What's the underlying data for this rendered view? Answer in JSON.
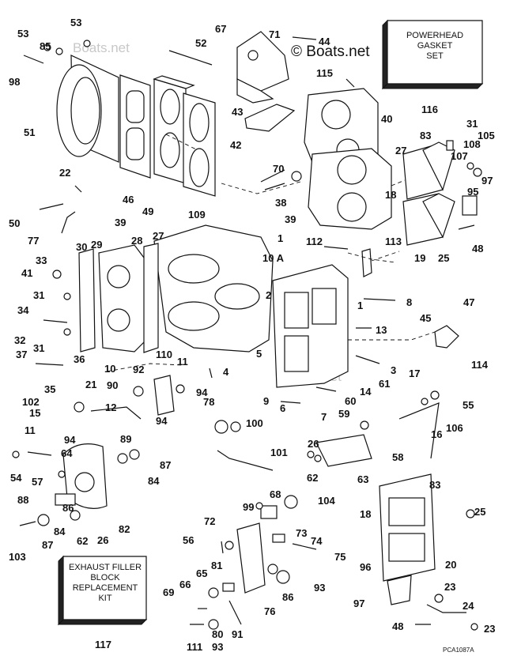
{
  "watermark": "© Boats.net",
  "watermark_faint": "Boats.net",
  "drawing_code": "PCA1087A",
  "boxes": {
    "powerhead_gasket_set": [
      "POWERHEAD",
      "GASKET",
      "SET"
    ],
    "exhaust_filler_kit": [
      "EXHAUST FILLER",
      "BLOCK",
      "REPLACEMENT",
      "KIT"
    ]
  },
  "labels": [
    {
      "id": "c53a",
      "t": "53"
    },
    {
      "id": "c53b",
      "t": "53"
    },
    {
      "id": "c85",
      "t": "85"
    },
    {
      "id": "c98",
      "t": "98"
    },
    {
      "id": "c52",
      "t": "52"
    },
    {
      "id": "c51",
      "t": "51"
    },
    {
      "id": "c67",
      "t": "67"
    },
    {
      "id": "c71",
      "t": "71"
    },
    {
      "id": "c44",
      "t": "44"
    },
    {
      "id": "c115",
      "t": "115"
    },
    {
      "id": "c116",
      "t": "116"
    },
    {
      "id": "c43",
      "t": "43"
    },
    {
      "id": "c42",
      "t": "42"
    },
    {
      "id": "c40",
      "t": "40"
    },
    {
      "id": "c31a",
      "t": "31"
    },
    {
      "id": "c83a",
      "t": "83"
    },
    {
      "id": "c105",
      "t": "105"
    },
    {
      "id": "c108",
      "t": "108"
    },
    {
      "id": "c107",
      "t": "107"
    },
    {
      "id": "c27a",
      "t": "27"
    },
    {
      "id": "c70",
      "t": "70"
    },
    {
      "id": "c22",
      "t": "22"
    },
    {
      "id": "c46",
      "t": "46"
    },
    {
      "id": "c49",
      "t": "49"
    },
    {
      "id": "c109",
      "t": "109"
    },
    {
      "id": "c50",
      "t": "50"
    },
    {
      "id": "c39a",
      "t": "39"
    },
    {
      "id": "c77",
      "t": "77"
    },
    {
      "id": "c38",
      "t": "38"
    },
    {
      "id": "c39b",
      "t": "39"
    },
    {
      "id": "c18a",
      "t": "18"
    },
    {
      "id": "c97",
      "t": "97"
    },
    {
      "id": "c95",
      "t": "95"
    },
    {
      "id": "c48a",
      "t": "48"
    },
    {
      "id": "c19",
      "t": "19"
    },
    {
      "id": "c25a",
      "t": "25"
    },
    {
      "id": "c30",
      "t": "30"
    },
    {
      "id": "c29",
      "t": "29"
    },
    {
      "id": "c28",
      "t": "28"
    },
    {
      "id": "c27b",
      "t": "27"
    },
    {
      "id": "c1a",
      "t": "1"
    },
    {
      "id": "c112",
      "t": "112"
    },
    {
      "id": "c113",
      "t": "113"
    },
    {
      "id": "c33",
      "t": "33"
    },
    {
      "id": "c41",
      "t": "41"
    },
    {
      "id": "c31b",
      "t": "31"
    },
    {
      "id": "c10a",
      "t": "10 A"
    },
    {
      "id": "c2",
      "t": "2"
    },
    {
      "id": "c1b",
      "t": "1"
    },
    {
      "id": "c8",
      "t": "8"
    },
    {
      "id": "c47",
      "t": "47"
    },
    {
      "id": "c45",
      "t": "45"
    },
    {
      "id": "c34",
      "t": "34"
    },
    {
      "id": "c32",
      "t": "32"
    },
    {
      "id": "c31c",
      "t": "31"
    },
    {
      "id": "c13",
      "t": "13"
    },
    {
      "id": "c5",
      "t": "5"
    },
    {
      "id": "c110",
      "t": "110"
    },
    {
      "id": "c114",
      "t": "114"
    },
    {
      "id": "c37",
      "t": "37"
    },
    {
      "id": "c36",
      "t": "36"
    },
    {
      "id": "c10",
      "t": "10"
    },
    {
      "id": "c92",
      "t": "92"
    },
    {
      "id": "c11a",
      "t": "11"
    },
    {
      "id": "c4",
      "t": "4"
    },
    {
      "id": "c3",
      "t": "3"
    },
    {
      "id": "c17",
      "t": "17"
    },
    {
      "id": "c35",
      "t": "35"
    },
    {
      "id": "c21",
      "t": "21"
    },
    {
      "id": "c90",
      "t": "90"
    },
    {
      "id": "c94a",
      "t": "94"
    },
    {
      "id": "c78",
      "t": "78"
    },
    {
      "id": "c9",
      "t": "9"
    },
    {
      "id": "c14",
      "t": "14"
    },
    {
      "id": "c61",
      "t": "61"
    },
    {
      "id": "c102",
      "t": "102"
    },
    {
      "id": "c6",
      "t": "6"
    },
    {
      "id": "c55",
      "t": "55"
    },
    {
      "id": "c15",
      "t": "15"
    },
    {
      "id": "c12",
      "t": "12"
    },
    {
      "id": "c94b",
      "t": "94"
    },
    {
      "id": "c7",
      "t": "7"
    },
    {
      "id": "c60",
      "t": "60"
    },
    {
      "id": "c59",
      "t": "59"
    },
    {
      "id": "c16",
      "t": "16"
    },
    {
      "id": "c106",
      "t": "106"
    },
    {
      "id": "c100",
      "t": "100"
    },
    {
      "id": "c11b",
      "t": "11"
    },
    {
      "id": "c94c",
      "t": "94"
    },
    {
      "id": "c89",
      "t": "89"
    },
    {
      "id": "c26a",
      "t": "26"
    },
    {
      "id": "c101",
      "t": "101"
    },
    {
      "id": "c58",
      "t": "58"
    },
    {
      "id": "c64",
      "t": "64"
    },
    {
      "id": "c87a",
      "t": "87"
    },
    {
      "id": "c54",
      "t": "54"
    },
    {
      "id": "c84a",
      "t": "84"
    },
    {
      "id": "c62a",
      "t": "62"
    },
    {
      "id": "c63",
      "t": "63"
    },
    {
      "id": "c57",
      "t": "57"
    },
    {
      "id": "c83b",
      "t": "83"
    },
    {
      "id": "c88",
      "t": "88"
    },
    {
      "id": "c68",
      "t": "68"
    },
    {
      "id": "c99",
      "t": "99"
    },
    {
      "id": "c104",
      "t": "104"
    },
    {
      "id": "c18b",
      "t": "18"
    },
    {
      "id": "c25b",
      "t": "25"
    },
    {
      "id": "c86a",
      "t": "86"
    },
    {
      "id": "c84b",
      "t": "84"
    },
    {
      "id": "c82",
      "t": "82"
    },
    {
      "id": "c72",
      "t": "72"
    },
    {
      "id": "c73",
      "t": "73"
    },
    {
      "id": "c74",
      "t": "74"
    },
    {
      "id": "c87b",
      "t": "87"
    },
    {
      "id": "c62b",
      "t": "62"
    },
    {
      "id": "c26b",
      "t": "26"
    },
    {
      "id": "c56",
      "t": "56"
    },
    {
      "id": "c75",
      "t": "75"
    },
    {
      "id": "c103",
      "t": "103"
    },
    {
      "id": "c20",
      "t": "20"
    },
    {
      "id": "c81",
      "t": "81"
    },
    {
      "id": "c65",
      "t": "65"
    },
    {
      "id": "c66",
      "t": "66"
    },
    {
      "id": "c86b",
      "t": "86"
    },
    {
      "id": "c93a",
      "t": "93"
    },
    {
      "id": "c96",
      "t": "96"
    },
    {
      "id": "c23a",
      "t": "23"
    },
    {
      "id": "c69",
      "t": "69"
    },
    {
      "id": "c76",
      "t": "76"
    },
    {
      "id": "c24",
      "t": "24"
    },
    {
      "id": "c97b",
      "t": "97"
    },
    {
      "id": "c117",
      "t": "117"
    },
    {
      "id": "c80",
      "t": "80"
    },
    {
      "id": "c91",
      "t": "91"
    },
    {
      "id": "c93b",
      "t": "93"
    },
    {
      "id": "c111",
      "t": "111"
    },
    {
      "id": "c48b",
      "t": "48"
    },
    {
      "id": "c23b",
      "t": "23"
    }
  ]
}
